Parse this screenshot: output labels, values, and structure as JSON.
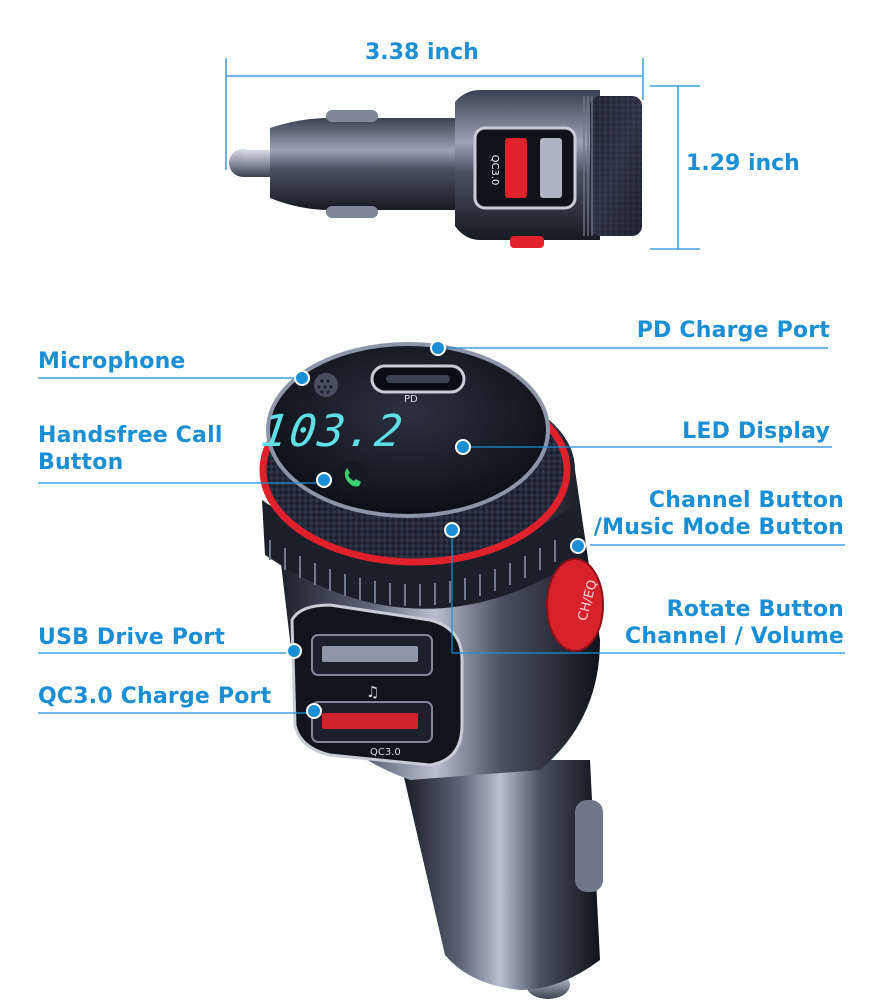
{
  "dimensions": {
    "length": "3.38 inch",
    "height": "1.29 inch"
  },
  "callouts": {
    "pd_charge_port": "PD Charge Port",
    "microphone": "Microphone",
    "led_display": "LED Display",
    "handsfree_line1": "Handsfree Call",
    "handsfree_line2": "Button",
    "channel_line1": "Channel Button",
    "channel_line2": "/Music Mode Button",
    "rotate_line1": "Rotate Button",
    "rotate_line2": "Channel / Volume",
    "usb_drive_port": "USB Drive Port",
    "qc30_charge_port": "QC3.0 Charge Port"
  },
  "device": {
    "display_value": "103.2",
    "pd_label": "PD",
    "qc_label": "QC3.0",
    "side_qc_label": "QC3.0",
    "button_label": "CH/EQ"
  },
  "colors": {
    "accent": "#1a8fd6",
    "body": "#1c2230",
    "ring": "#e0202a",
    "led": "#5fe0e6",
    "call_icon": "#3bd16f"
  }
}
